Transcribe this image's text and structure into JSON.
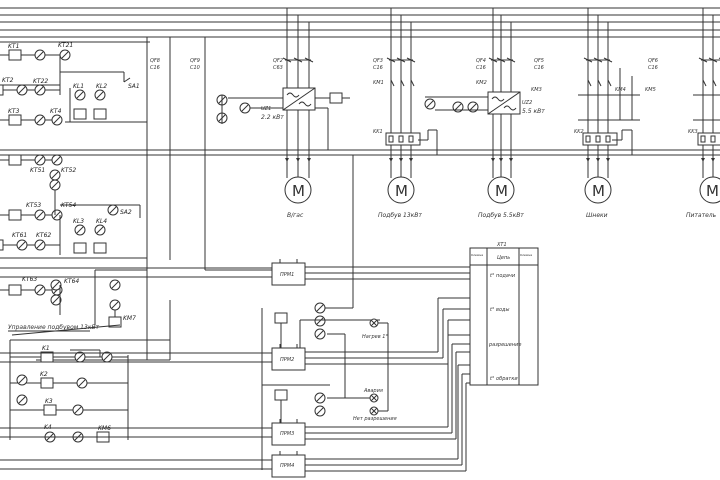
{
  "breakers": [
    {
      "id": "QF8",
      "rating": "C16"
    },
    {
      "id": "QF9",
      "rating": "C10"
    },
    {
      "id": "QF2",
      "rating": "C63"
    },
    {
      "id": "QF3",
      "rating": "C16"
    },
    {
      "id": "QF4",
      "rating": "C16"
    },
    {
      "id": "QF5",
      "rating": "C16"
    },
    {
      "id": "QF6",
      "rating": "C16"
    }
  ],
  "contactors": [
    "KM1",
    "KM2",
    "KM3",
    "KM4",
    "KM5"
  ],
  "thermal_relays": [
    "KK1",
    "KK2",
    "KK3"
  ],
  "drives": [
    {
      "id": "UZ1",
      "power": "2.2 кВт"
    },
    {
      "id": "UZ2",
      "power": "5.5 кВт"
    }
  ],
  "motors": [
    {
      "symbol": "M",
      "label": "В/гас"
    },
    {
      "symbol": "M",
      "label": "Подбув 13кВт"
    },
    {
      "symbol": "M",
      "label": "Подбув 5.5кВт"
    },
    {
      "symbol": "M",
      "label": "Шнеки"
    },
    {
      "symbol": "M",
      "label": "Питатель"
    }
  ],
  "modules": [
    "ПРМ1",
    "ПРМ2",
    "ПРМ3",
    "ПРМ4"
  ],
  "lamps": [
    "Нагрев 1°",
    "Авария",
    "Нет разрешения"
  ],
  "control_caption": "Управление подбувом 13кВт",
  "terminal_block": {
    "title": "XT1",
    "header": [
      "Клемма",
      "Цепь",
      "Клемма"
    ],
    "groups": [
      "t° подачи",
      "t° воды",
      "разрешение",
      "t° обратки"
    ]
  },
  "relay_labels": [
    "KT1",
    "KT21",
    "KT2",
    "KT22",
    "KL1",
    "KL2",
    "KT3",
    "KT4",
    "KL3",
    "KL4",
    "SA1",
    "SA2",
    "KT51",
    "KT52",
    "KT53",
    "KT54",
    "KT61",
    "KT62",
    "KT63",
    "KT64",
    "KM7",
    "KM6",
    "K1",
    "K2",
    "K3",
    "K4"
  ]
}
